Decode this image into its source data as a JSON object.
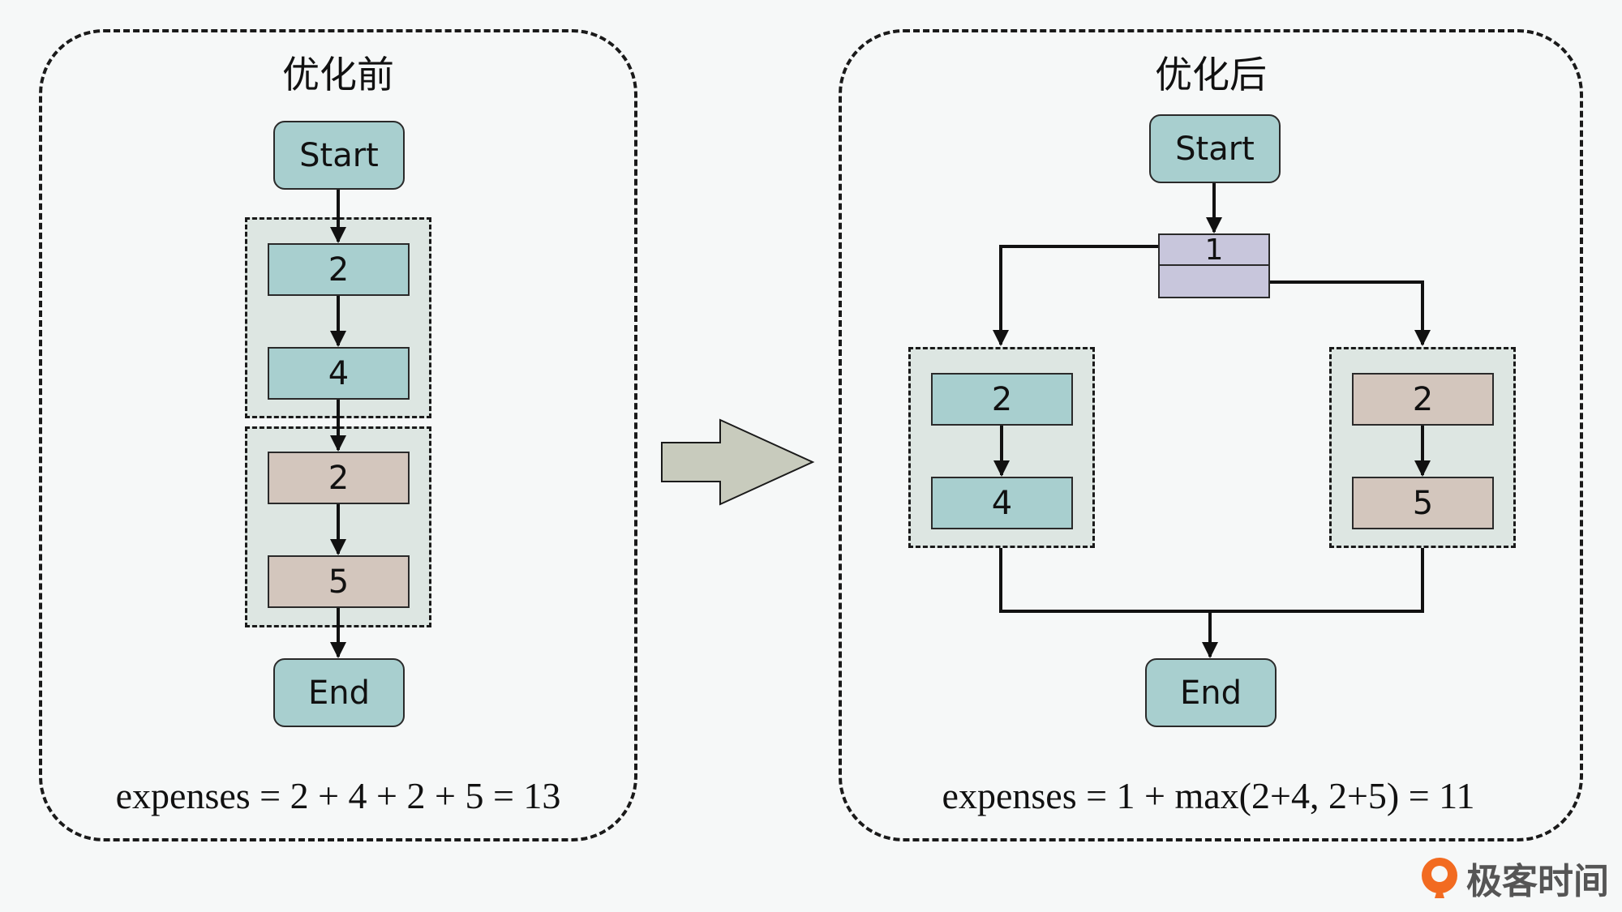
{
  "before": {
    "title": "优化前",
    "start_label": "Start",
    "end_label": "End",
    "steps": [
      "2",
      "4",
      "2",
      "5"
    ],
    "formula": "expenses = 2 + 4 + 2 + 5 = 13"
  },
  "after": {
    "title": "优化后",
    "start_label": "Start",
    "end_label": "End",
    "split_step": "1",
    "left_steps": [
      "2",
      "4"
    ],
    "right_steps": [
      "2",
      "5"
    ],
    "formula": "expenses = 1 + max(2+4, 2+5) = 11"
  },
  "brand": {
    "name": "极客时间"
  },
  "colors": {
    "teal": "#a8cfcf",
    "tan": "#d3c6bd",
    "lavender": "#c8c6dc",
    "group_bg": "#dde6e2",
    "arrow_fill": "#c8cbbd",
    "logo_orange": "#f26b21"
  }
}
